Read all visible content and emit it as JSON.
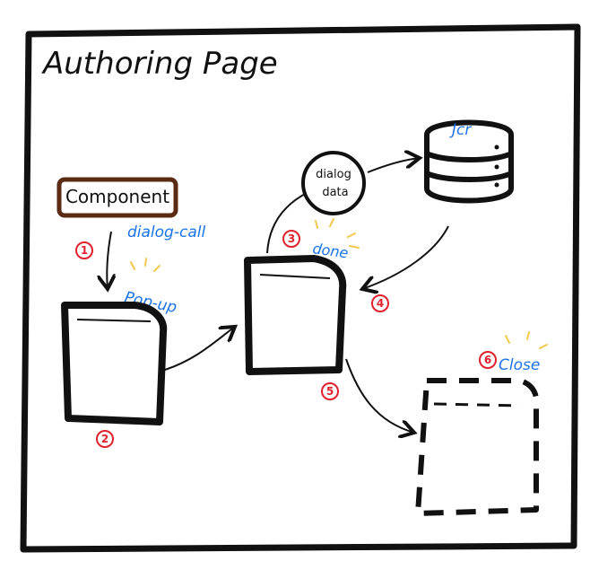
{
  "title": "Authoring Page",
  "component_label": "Component",
  "dialog_data_line1": "dialog",
  "dialog_data_line2": "data",
  "jcr_label": "Jcr",
  "annotations": {
    "dialog_call": "dialog-call",
    "popup": "Pop-up",
    "done": "done",
    "close": "Close"
  },
  "steps": [
    "1",
    "2",
    "3",
    "4",
    "5",
    "6"
  ],
  "colors": {
    "ink": "#111111",
    "component_border": "#5a2a12",
    "accent_blue": "#1a73e8",
    "step_red": "#e0222d",
    "spark_yellow": "#f2c94c"
  }
}
